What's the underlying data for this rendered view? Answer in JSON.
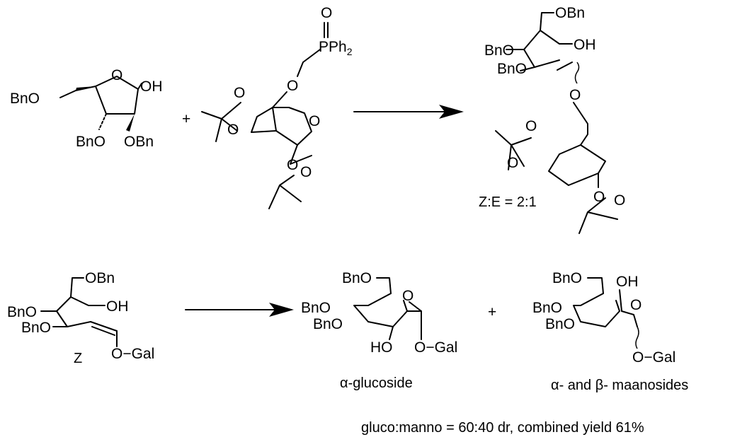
{
  "reaction1": {
    "reactant1": {
      "labels": {
        "bn_o_ch2": "BnO",
        "oh": "OH",
        "ring_o": "O",
        "bno_c3": "BnO",
        "obn_c2": "OBn"
      }
    },
    "plus": "+",
    "reactant2": {
      "labels": {
        "p_o": "O",
        "p": "PPh",
        "p_sub": "2",
        "link_o": "O",
        "ring_o": "O",
        "acetonide_o1": "O",
        "acetonide_o2": "O",
        "acetonide_o3": "O",
        "acetonide_o4": "O"
      }
    },
    "product": {
      "labels": {
        "obn": "OBn",
        "oh": "OH",
        "bno_1": "BnO",
        "bno_2": "BnO",
        "vinyl_o": "O",
        "acetonide_o1": "O",
        "acetonide_o2": "O",
        "acetonide_o3": "O",
        "acetonide_o4": "O"
      },
      "ratio": "Z:E = 2:1"
    }
  },
  "reaction2": {
    "reactant": {
      "labels": {
        "obn": "OBn",
        "oh": "OH",
        "bno_1": "BnO",
        "bno_2": "BnO",
        "ogal": "O−Gal"
      },
      "caption": "Z"
    },
    "product1": {
      "labels": {
        "bno_ch2": "BnO",
        "bno_1": "BnO",
        "bno_2": "BnO",
        "ring_o": "O",
        "ho": "HO",
        "ogal": "O−Gal"
      },
      "caption": "α-glucoside"
    },
    "plus": "+",
    "product2": {
      "labels": {
        "bno_ch2": "BnO",
        "bno_1": "BnO",
        "bno_2": "BnO",
        "ring_o": "O",
        "oh": "OH",
        "ogal": "O−Gal"
      },
      "caption": "α- and β- maanosides"
    }
  },
  "footnote": "gluco:manno = 60:40 dr, combined yield 61%"
}
